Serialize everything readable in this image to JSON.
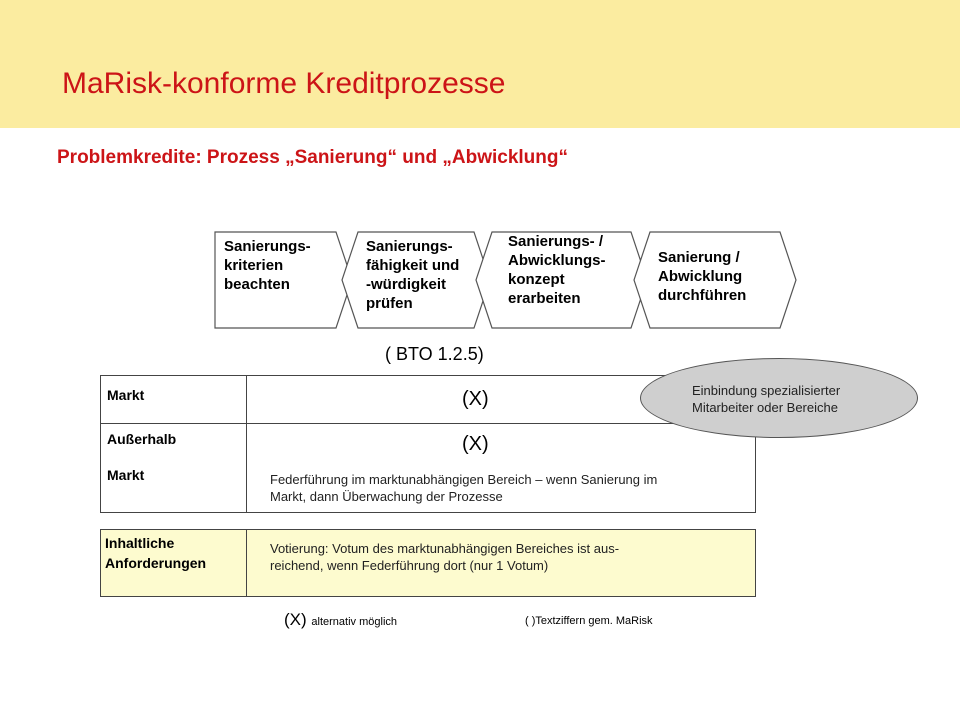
{
  "header": {
    "title": "MaRisk-konforme Kreditprozesse",
    "subtitle": "Problemkredite: Prozess „Sanierung“ und „Abwicklung“"
  },
  "process_steps": [
    {
      "label": "Sanierungs-\nkriterien\nbeachten"
    },
    {
      "label": "Sanierungs-\nfähigkeit und\n-würdigkeit\nprüfen"
    },
    {
      "label": "Sanierungs- /\nAbwicklungs-\nkonzept\nerarbeiten"
    },
    {
      "label": "Sanierung /\nAbwicklung\ndurchführen"
    }
  ],
  "reference": "( BTO 1.2.5)",
  "rows": {
    "markt": {
      "label": "Markt",
      "mark": "(X)"
    },
    "ausserhalb": {
      "label": "Außerhalb\n\nMarkt",
      "mark": "(X)",
      "note": "Federführung im marktunabhängigen Bereich – wenn Sanierung im\nMarkt, dann Überwachung der Prozesse"
    },
    "inhaltlich": {
      "label": "Inhaltliche\nAnforderungen",
      "note": "Votierung: Votum des marktunabhängigen Bereiches ist aus-\nreichend, wenn Federführung dort (nur 1 Votum)"
    }
  },
  "callout": {
    "text": "Einbindung spezialisierter\nMitarbeiter oder Bereiche"
  },
  "legend": {
    "x_symbol": "(X)",
    "x_text": "alternativ möglich",
    "textziffern": "(  )Textziffern gem. MaRisk"
  },
  "colors": {
    "banner": "#fbeca0",
    "title_red": "#cc1417",
    "yellow_fill": "#fdfbcf",
    "callout_gray": "#cfcfcf"
  }
}
